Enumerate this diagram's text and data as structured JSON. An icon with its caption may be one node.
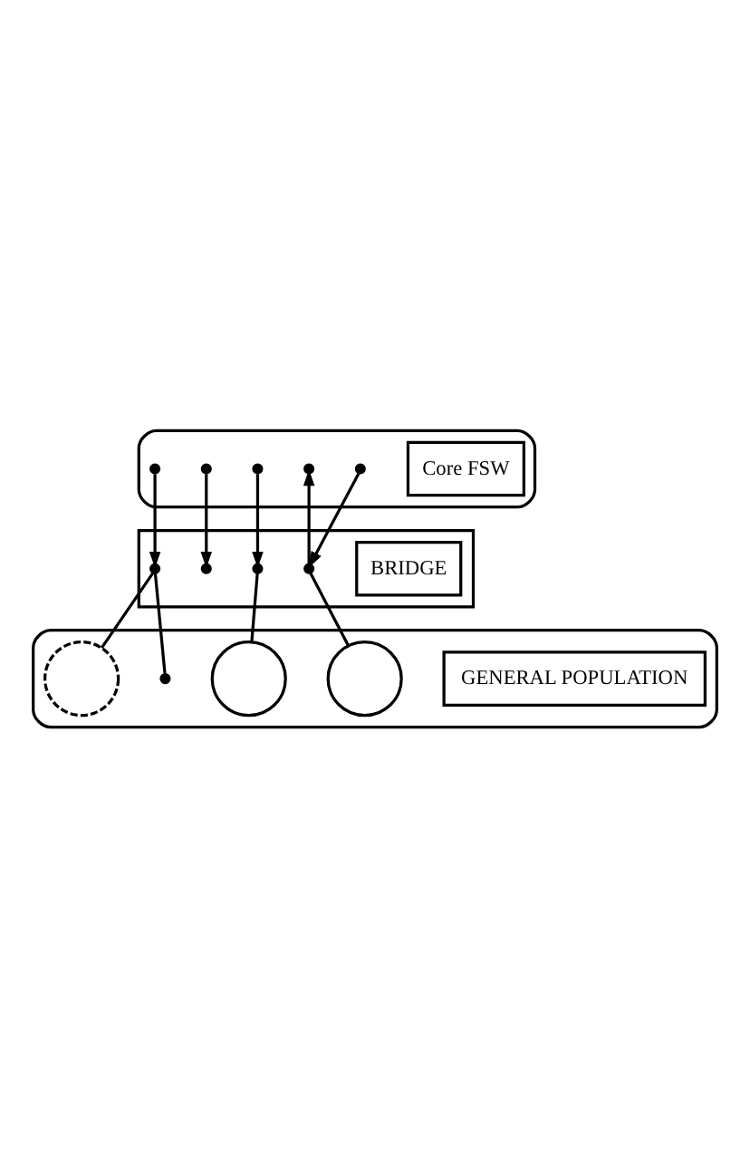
{
  "diagram": {
    "nodes": [
      {
        "text": [],
        "shape": "ellipse"
      },
      {
        "text": [
          "Core FSW"
        ],
        "in": 0
      },
      {
        "text": [],
        "shape": "box"
      },
      {
        "text": [
          "BRIDGE"
        ],
        "in": 2
      },
      {
        "text": [],
        "shape": "ellipse"
      },
      {
        "text": [
          "GENERAL POPULATION"
        ],
        "in": 4
      },
      {
        "text": [],
        "shape": "dot",
        "in": 0
      },
      {
        "text": [],
        "shape": "dot",
        "in": 0
      },
      {
        "text": [],
        "shape": "dot",
        "in": 0
      },
      {
        "text": [],
        "shape": "dot",
        "in": 0
      },
      {
        "text": [],
        "shape": "dot",
        "in": 0
      },
      {
        "text": [],
        "shape": "dot",
        "in": 2
      },
      {
        "text": [],
        "shape": "dot",
        "in": 2
      },
      {
        "text": [],
        "shape": "dot",
        "in": 2
      },
      {
        "text": [],
        "shape": "dot",
        "in": 2
      },
      {
        "text": [],
        "shape": "circle",
        "in": 4
      },
      {
        "text": [],
        "shape": "dot",
        "in": 4
      },
      {
        "text": [],
        "shape": "circle",
        "in": 4
      },
      {
        "text": [],
        "shape": "circle",
        "in": 4
      }
    ],
    "edges": [
      {
        "from": 6,
        "to": 11,
        "arrow": "to"
      },
      {
        "from": 7,
        "to": 12,
        "arrow": "to"
      },
      {
        "from": 8,
        "to": 13,
        "arrow": "to"
      },
      {
        "from": 10,
        "to": 14,
        "arrow": "to"
      },
      {
        "from": 14,
        "to": 9,
        "arrow": "to"
      },
      {
        "from": 11,
        "to": 15,
        "arrow": "none"
      },
      {
        "from": 11,
        "to": 16,
        "arrow": "none"
      },
      {
        "from": 13,
        "to": 17,
        "arrow": "none"
      },
      {
        "from": 14,
        "to": 18,
        "arrow": "none"
      }
    ]
  }
}
